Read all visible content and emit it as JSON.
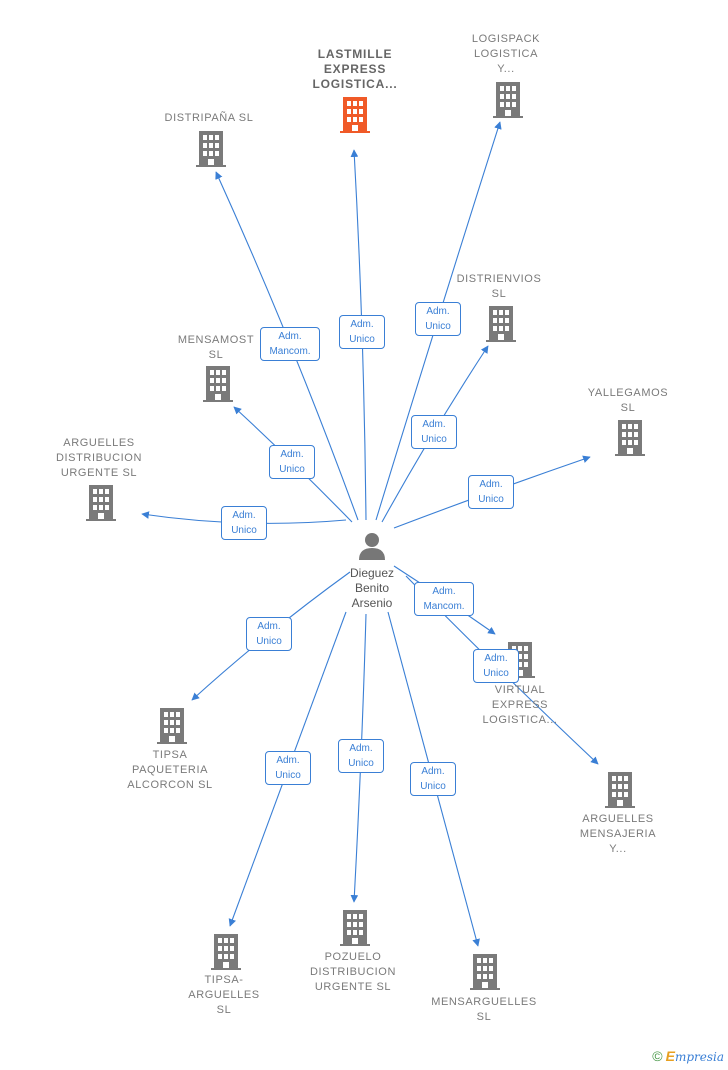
{
  "center": {
    "label": "Dieguez\nBenito\nArsenio"
  },
  "colors": {
    "edge": "#3a7fd5",
    "building": "#7a7a7a",
    "highlight": "#f05a28"
  },
  "nodes": [
    {
      "id": "lastmille",
      "label": "LASTMILLE\nEXPRESS\nLOGISTICA...",
      "highlight": true
    },
    {
      "id": "logispack",
      "label": "LOGISPACK\nLOGISTICA\nY..."
    },
    {
      "id": "distripana",
      "label": "DISTRIPAÑA SL"
    },
    {
      "id": "distrienvios",
      "label": "DISTRIENVIOS\nSL"
    },
    {
      "id": "mensamost",
      "label": "MENSAMOST\nSL"
    },
    {
      "id": "yallegamos",
      "label": "YALLEGAMOS\nSL"
    },
    {
      "id": "arguelles-dist",
      "label": "ARGUELLES\nDISTRIBUCION\nURGENTE SL"
    },
    {
      "id": "virtual",
      "label": "VIRTUAL\nEXPRESS\nLOGISTICA..."
    },
    {
      "id": "tipsa-paq",
      "label": "TIPSA\nPAQUETERIA\nALCORCON  SL"
    },
    {
      "id": "arguelles-mens",
      "label": "ARGUELLES\nMENSAJERIA\nY..."
    },
    {
      "id": "tipsa-arg",
      "label": "TIPSA-\nARGUELLES\nSL"
    },
    {
      "id": "pozuelo",
      "label": "POZUELO\nDISTRIBUCION\nURGENTE SL"
    },
    {
      "id": "mensarguelles",
      "label": "MENSARGUELLES\nSL"
    }
  ],
  "edges": [
    {
      "to": "lastmille",
      "label": "Adm.\nUnico"
    },
    {
      "to": "logispack",
      "label": "Adm.\nUnico"
    },
    {
      "to": "distripana",
      "label": "Adm.\nMancom."
    },
    {
      "to": "distrienvios",
      "label": "Adm.\nUnico"
    },
    {
      "to": "mensamost",
      "label": "Adm.\nUnico"
    },
    {
      "to": "yallegamos",
      "label": "Adm.\nUnico"
    },
    {
      "to": "arguelles-dist",
      "label": "Adm.\nUnico"
    },
    {
      "to": "virtual",
      "label": "Adm.\nMancom."
    },
    {
      "to": "arguelles-mens",
      "label": "Adm.\nUnico"
    },
    {
      "to": "tipsa-paq",
      "label": "Adm.\nUnico"
    },
    {
      "to": "tipsa-arg",
      "label": "Adm.\nUnico"
    },
    {
      "to": "pozuelo",
      "label": "Adm.\nUnico"
    },
    {
      "to": "mensarguelles",
      "label": "Adm.\nUnico"
    }
  ],
  "footer": {
    "copyright": "©",
    "brand_first": "E",
    "brand_rest": "mpresia"
  }
}
